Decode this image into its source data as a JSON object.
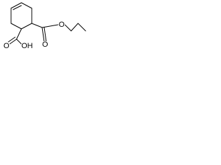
{
  "molecule": {
    "atom_labels": {
      "ester_carbonyl_o": "O",
      "ester_o": "O",
      "acid_carbonyl_o": "O",
      "acid_oh": "OH"
    }
  },
  "colors": {
    "bond": "#000000",
    "background": "#ffffff"
  }
}
